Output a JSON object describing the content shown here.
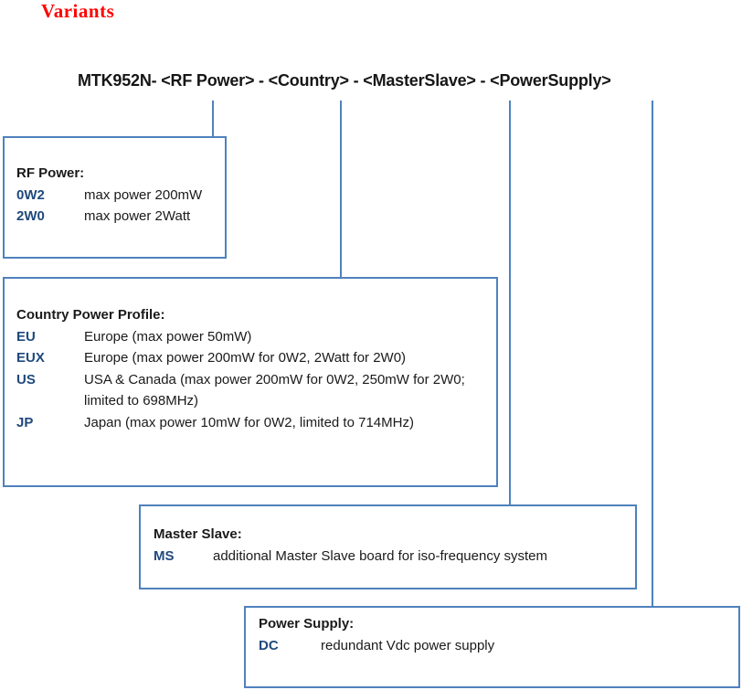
{
  "page": {
    "title": "Variants"
  },
  "diagram": {
    "product_title": "MTK952N- <RF Power> - <Country> - <MasterSlave> - <PowerSupply>",
    "colors": {
      "box_border": "#4F81BD",
      "connector_line": "#4F81BD",
      "code_text": "#1F497D",
      "heading_text": "#FF0000",
      "body_text": "#1A1A1A"
    },
    "boxes": [
      {
        "id": "rf-power",
        "title": "RF Power:",
        "rows": [
          {
            "code": "0W2",
            "desc": "max power 200mW"
          },
          {
            "code": "2W0",
            "desc": "max power 2Watt"
          }
        ]
      },
      {
        "id": "country-power-profile",
        "title": "Country Power Profile:",
        "rows": [
          {
            "code": "EU",
            "desc": "Europe (max power 50mW)"
          },
          {
            "code": "EUX",
            "desc": "Europe (max power 200mW for 0W2, 2Watt for 2W0)"
          },
          {
            "code": "US",
            "desc": "USA  & Canada (max power 200mW for 0W2, 250mW for 2W0;\nlimited to 698MHz)"
          },
          {
            "code": "JP",
            "desc": "Japan (max power 10mW for 0W2, limited to 714MHz)"
          }
        ]
      },
      {
        "id": "master-slave",
        "title": "Master Slave:",
        "rows": [
          {
            "code": "MS",
            "desc": "additional Master Slave board for iso-frequency system"
          }
        ]
      },
      {
        "id": "power-supply",
        "title": "Power Supply:",
        "rows": [
          {
            "code": "DC",
            "desc": "redundant Vdc power supply"
          }
        ]
      }
    ]
  }
}
